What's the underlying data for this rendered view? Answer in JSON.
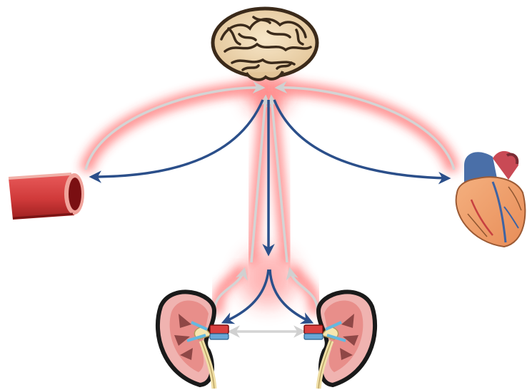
{
  "diagram": {
    "nodes": [
      {
        "id": "brain",
        "icon": "brain-icon"
      },
      {
        "id": "blood-vessel",
        "icon": "blood-vessel-icon"
      },
      {
        "id": "heart",
        "icon": "heart-icon"
      },
      {
        "id": "left-kidney",
        "icon": "kidney-icon"
      },
      {
        "id": "right-kidney",
        "icon": "kidney-icon"
      }
    ],
    "efferent_color": "#2b4f8a",
    "afferent_color": "#d4d4d4",
    "glow_color": "#ff2a2a"
  }
}
